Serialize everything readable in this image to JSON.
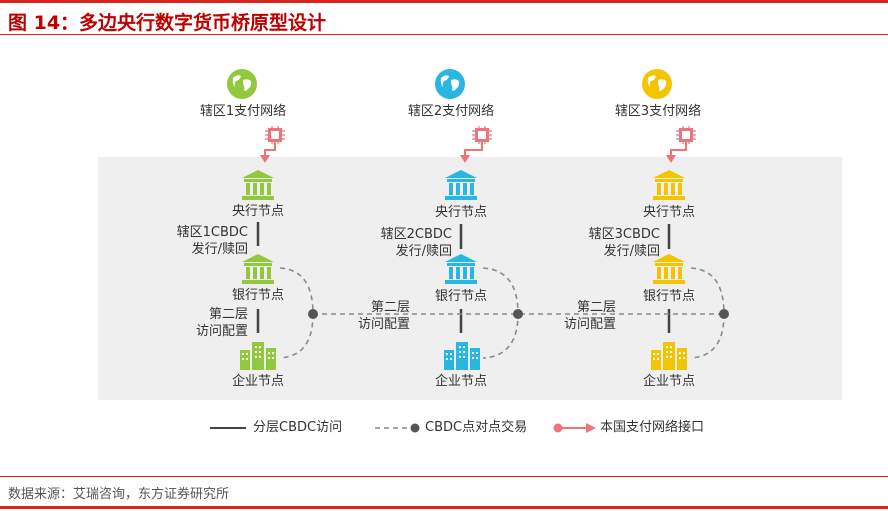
{
  "figure": {
    "title": "图 14：多边央行数字货币桥原型设计",
    "source": "数据来源：艾瑞咨询，东方证券研究所"
  },
  "zones": [
    {
      "network_label": "辖区1支付网络",
      "central_node": "央行节点",
      "issue_label": [
        "辖区1CBDC",
        "发行/赎回"
      ],
      "bank_node": "银行节点",
      "enterprise_node": "企业节点",
      "color": "#92c83e",
      "globe_color": "#92c83e"
    },
    {
      "network_label": "辖区2支付网络",
      "central_node": "央行节点",
      "issue_label": [
        "辖区2CBDC",
        "发行/赎回"
      ],
      "bank_node": "银行节点",
      "enterprise_node": "企业节点",
      "color": "#27b7e0",
      "globe_color": "#27b7e0"
    },
    {
      "network_label": "辖区3支付网络",
      "central_node": "央行节点",
      "issue_label": [
        "辖区3CBDC",
        "发行/赎回"
      ],
      "bank_node": "银行节点",
      "enterprise_node": "企业节点",
      "color": "#f5c400",
      "globe_color": "#f5c400"
    }
  ],
  "access_labels": [
    [
      "第二层",
      "访问配置"
    ],
    [
      "第二层",
      "访问配置"
    ],
    [
      "第二层",
      "访问配置"
    ]
  ],
  "legend": {
    "solid": "分层CBDC访问",
    "dashed": "CBDC点对点交易",
    "interface": "本国支付网络接口"
  },
  "colors": {
    "accent_red": "#d7261e",
    "interface_pink": "#f0737a",
    "line_dark": "#444444",
    "dashed_gray": "#8a8a8a"
  }
}
